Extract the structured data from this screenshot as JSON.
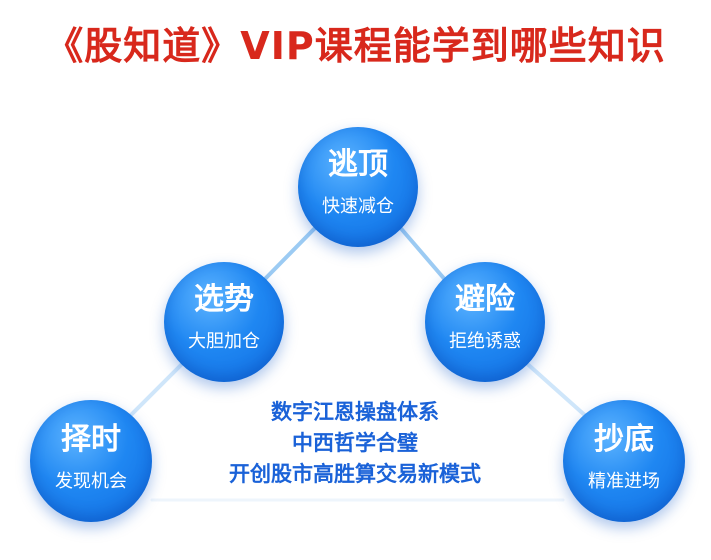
{
  "title": "《股知道》VIP课程能学到哪些知识",
  "colors": {
    "title": "#d8281c",
    "circle": "#1f87f2",
    "center_text": "#1a62d8",
    "line": "#9ccbf3"
  },
  "nodes": {
    "top": {
      "label": "逃顶",
      "sub": "快速减仓"
    },
    "left": {
      "label": "选势",
      "sub": "大胆加仓"
    },
    "right": {
      "label": "避险",
      "sub": "拒绝诱惑"
    },
    "bottom_left": {
      "label": "择时",
      "sub": "发现机会"
    },
    "bottom_right": {
      "label": "抄底",
      "sub": "精准进场"
    }
  },
  "center": {
    "lines": [
      "数字江恩操盘体系",
      "中西哲学合璧",
      "开创股市高胜算交易新模式"
    ]
  }
}
